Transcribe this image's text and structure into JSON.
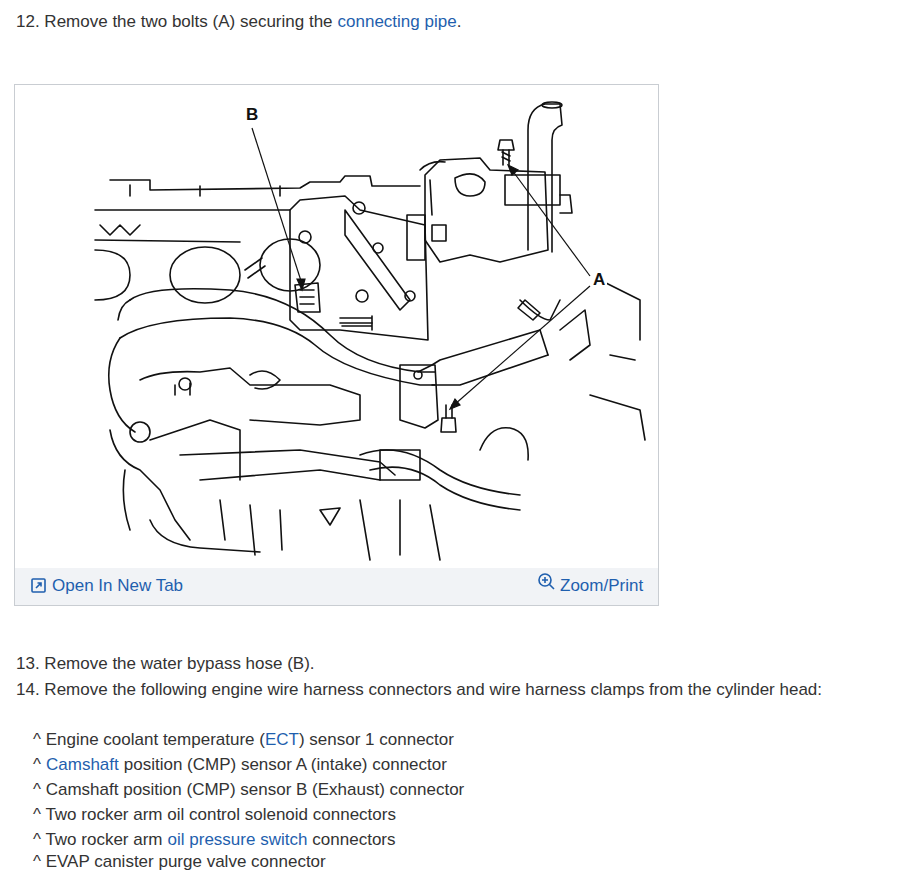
{
  "diagram": {
    "labels": [
      "12. Remove the two bolts (A) securing the",
      "connecting pipe",
      ".",
      "B",
      "A",
      "Open In New Tab",
      "Zoom/Print",
      "13. Remove the water bypass hose (B).",
      "14. Remove the following engine wire harness connectors and wire harness clamps from the cylinder head:",
      "^ Engine coolant temperature (",
      "ECT",
      ") sensor 1 connector",
      "^",
      "Camshaft",
      "position (CMP) sensor A (intake) connector",
      "^ Camshaft position (CMP) sensor B (Exhaust) connector",
      "^ Two rocker arm oil control solenoid connectors",
      "^ Two rocker arm",
      "oil pressure switch",
      "connectors",
      "^ EVAP canister purge valve connector"
    ]
  }
}
